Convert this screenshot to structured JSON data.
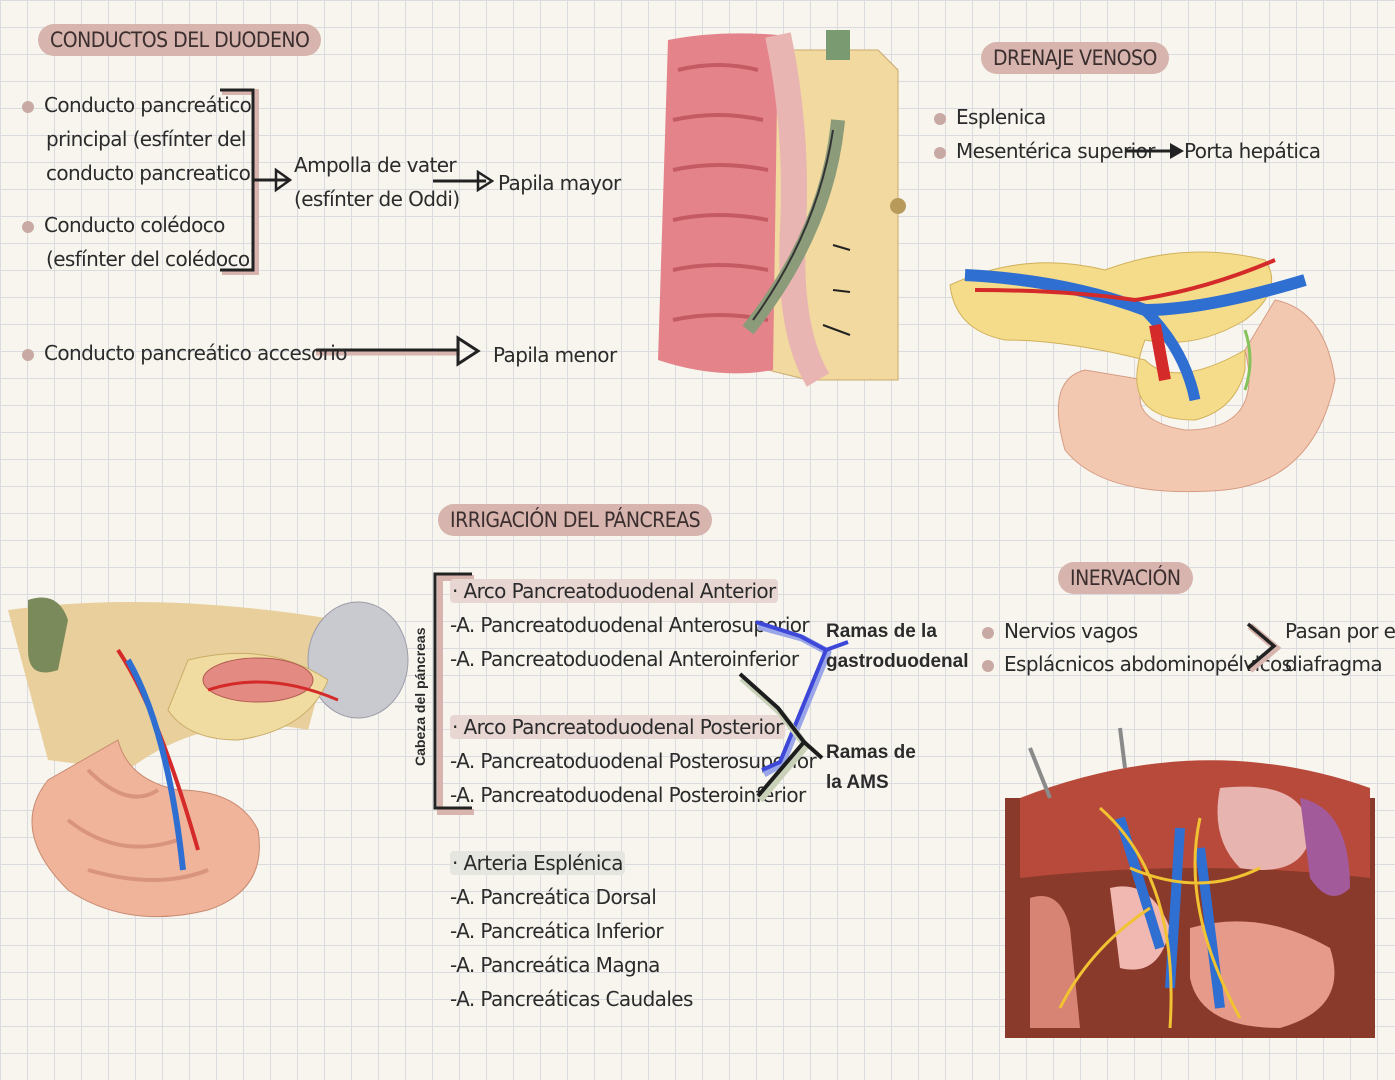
{
  "conductos": {
    "title": "CONDUCTOS DEL DUODENO",
    "item1_l1": "Conducto pancreático",
    "item1_l2": "principal (esfínter del",
    "item1_l3": "conducto pancreatico)",
    "item2_l1": "Conducto colédoco",
    "item2_l2": "(esfínter del colédoco)",
    "ampolla_l1": "Ampolla de vater",
    "ampolla_l2": "(esfínter de Oddi)",
    "papila_mayor": "Papila mayor",
    "accesorio": "Conducto pancreático accesorio",
    "papila_menor": "Papila menor"
  },
  "drenaje": {
    "title": "DRENAJE VENOSO",
    "item1": "Esplenica",
    "item2": "Mesentérica superior",
    "destino": "Porta hepática"
  },
  "irrigacion": {
    "title": "IRRIGACIÓN DEL PÁNCREAS",
    "cabeza": "Cabeza del páncreas",
    "arco_ant": "· Arco Pancreatoduodenal Anterior",
    "ant_sup": "-A. Pancreatoduodenal Anterosuperior",
    "ant_inf": "-A. Pancreatoduodenal Anteroinferior",
    "arco_post": "· Arco Pancreatoduodenal Posterior",
    "post_sup": "-A. Pancreatoduodenal Posterosuperior",
    "post_inf": "-A. Pancreatoduodenal Posteroinferior",
    "ramas_gd_l1": "Ramas de la",
    "ramas_gd_l2": "gastroduodenal",
    "ramas_ams_l1": "Ramas de",
    "ramas_ams_l2": "la AMS",
    "esplenica": "· Arteria Esplénica",
    "dorsal": "-A. Pancreática Dorsal",
    "inferior": "-A. Pancreática Inferior",
    "magna": "-A. Pancreática Magna",
    "caudales": "-A. Pancreáticas Caudales"
  },
  "inervacion": {
    "title": "INERVACIÓN",
    "item1": "Nervios vagos",
    "item2": "Esplácnicos abdominopélvicos",
    "dest_l1": "Pasan por el",
    "dest_l2": "diafragma"
  },
  "colors": {
    "accent_pink": "#d7b4ad",
    "bracket_blue": "#3d47d8",
    "bracket_green": "#c8d1b8"
  }
}
